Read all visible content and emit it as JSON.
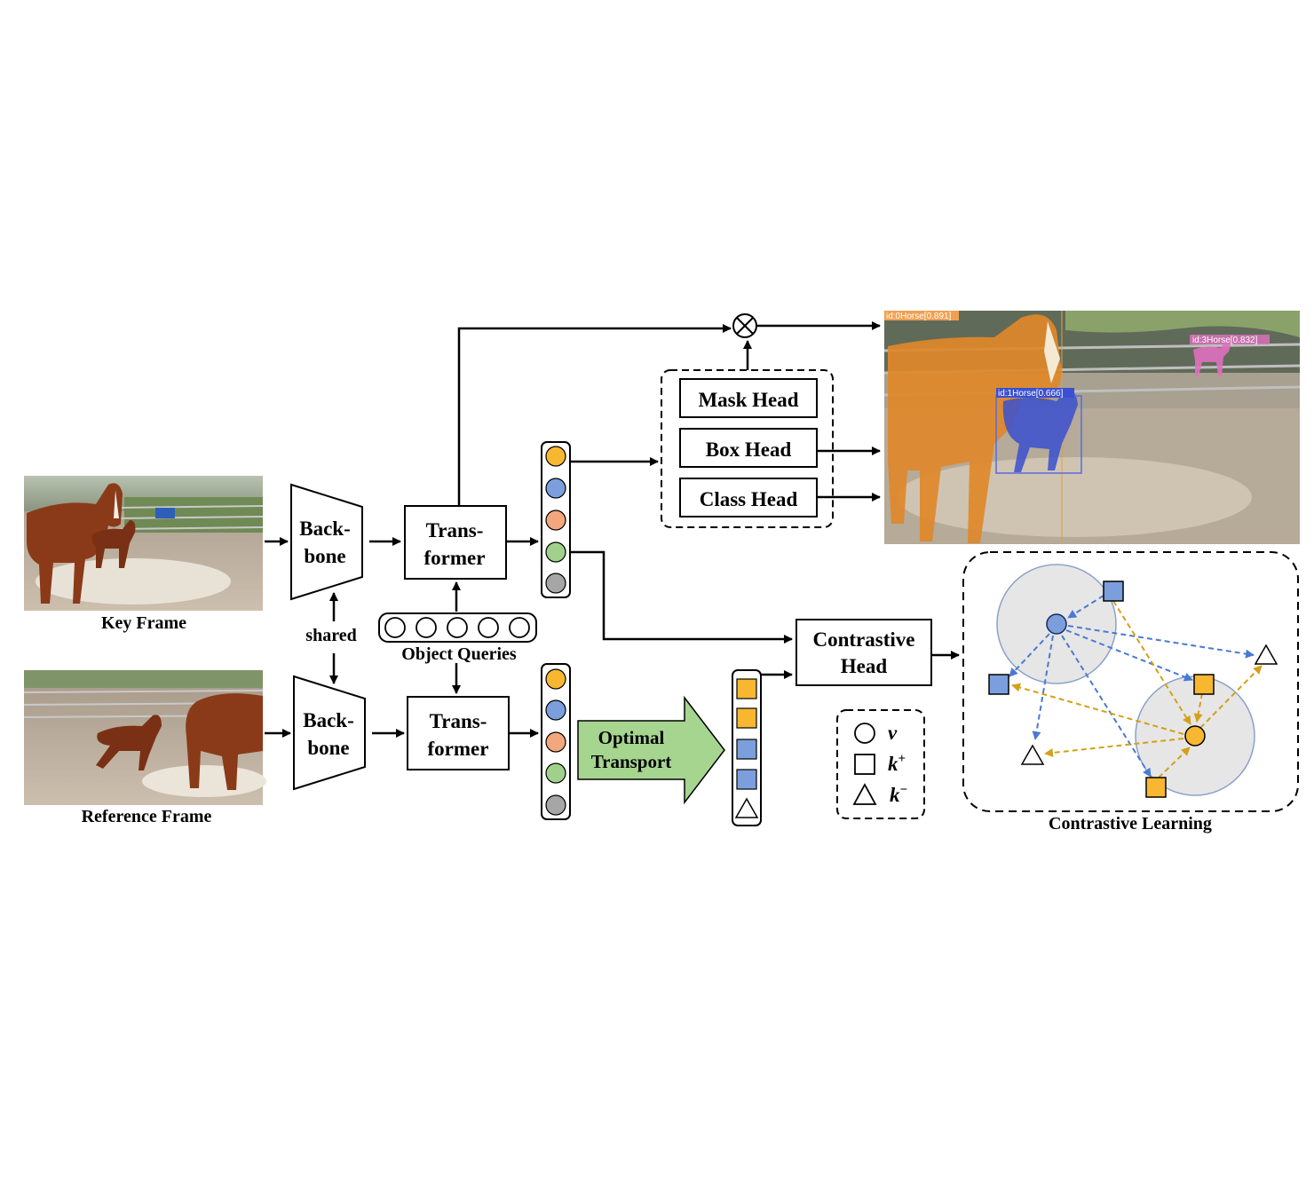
{
  "frames": {
    "key_frame": "Key Frame",
    "reference_frame": "Reference Frame"
  },
  "backbone": {
    "line1": "Back-",
    "line2": "bone"
  },
  "shared": "shared",
  "transformer": {
    "line1": "Trans-",
    "line2": "former"
  },
  "object_queries": "Object Queries",
  "heads": {
    "mask": "Mask Head",
    "box": "Box Head",
    "class": "Class Head"
  },
  "optimal_transport": {
    "line1": "Optimal",
    "line2": "Transport"
  },
  "contrastive_head": {
    "line1": "Contrastive",
    "line2": "Head"
  },
  "legend": {
    "v": "v",
    "k_plus": "k",
    "k_plus_sup": "+",
    "k_minus": "k",
    "k_minus_sup": "−"
  },
  "contrastive_learning": "Contrastive Learning",
  "detections": [
    {
      "label": "id:0Horse[0.891]",
      "color": "#f0a050"
    },
    {
      "label": "id:1Horse[0.666]",
      "color": "#3a50d0"
    },
    {
      "label": "id:3Horse[0.832]",
      "color": "#e070c0"
    }
  ],
  "colors": {
    "yellow": "#f7b731",
    "blue": "#7b9fdc",
    "orange": "#f2a77c",
    "green": "#9fd18c",
    "gray": "#a6a6a6",
    "ot_arrow": "#a5d58f",
    "blue_arrow": "#4a7ad4",
    "gold_arrow": "#d4a018"
  }
}
